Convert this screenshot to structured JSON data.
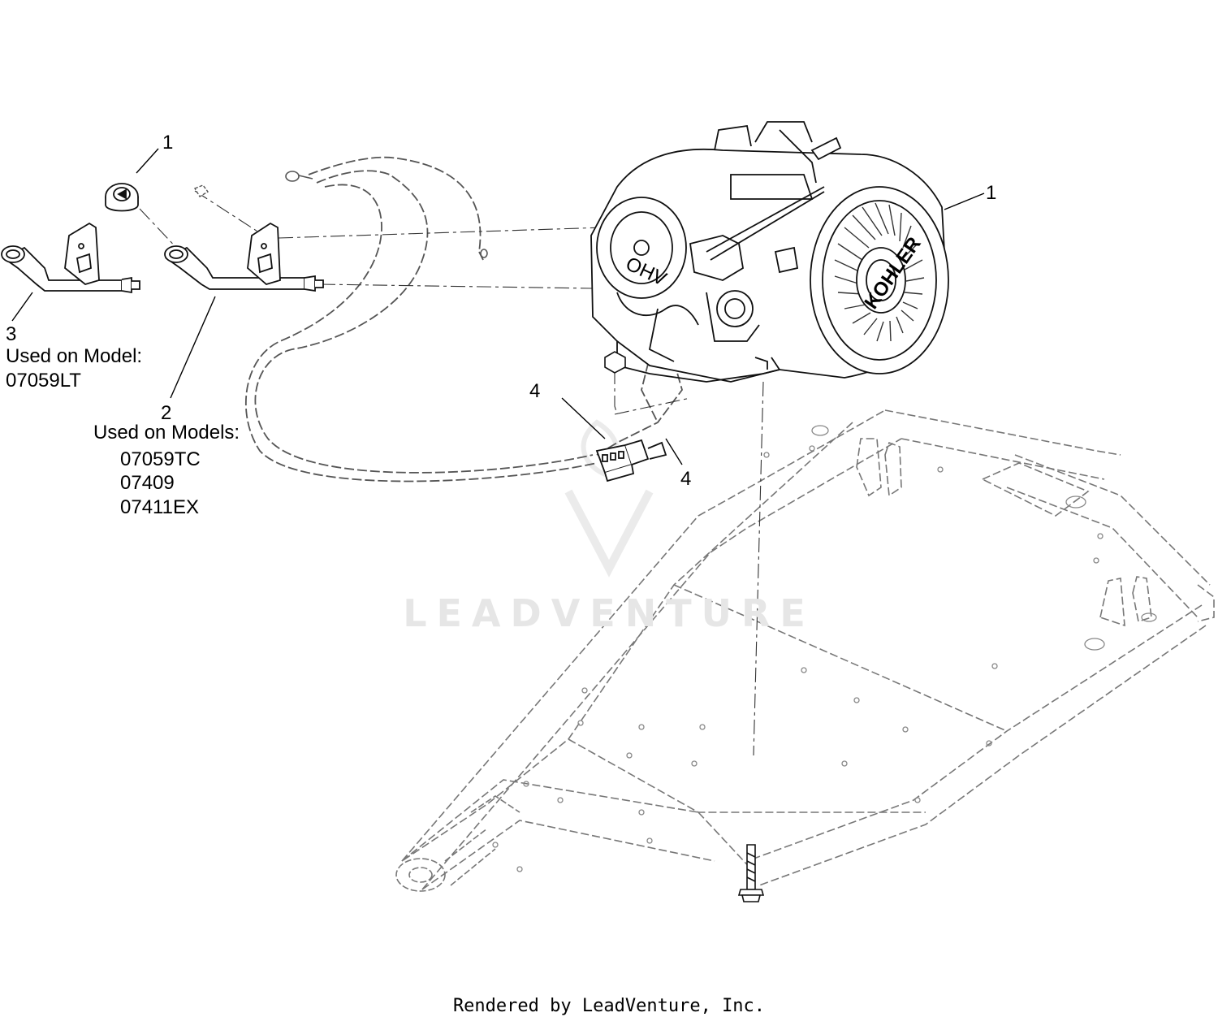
{
  "callouts": {
    "c1_cap": "1",
    "c1_engine": "1",
    "c2": "2",
    "c3": "3",
    "c4_top": "4",
    "c4_bottom": "4"
  },
  "notes": {
    "item3_title": "Used on Model:",
    "item3_models": [
      "07059LT"
    ],
    "item2_title": "Used on Models:",
    "item2_models": [
      "07059TC",
      "07409",
      "07411EX"
    ]
  },
  "engine_brand": "KOHLER",
  "engine_mark": "OHV",
  "watermark_text": "LEADVENTURE",
  "footer_text": "Rendered by LeadVenture, Inc."
}
